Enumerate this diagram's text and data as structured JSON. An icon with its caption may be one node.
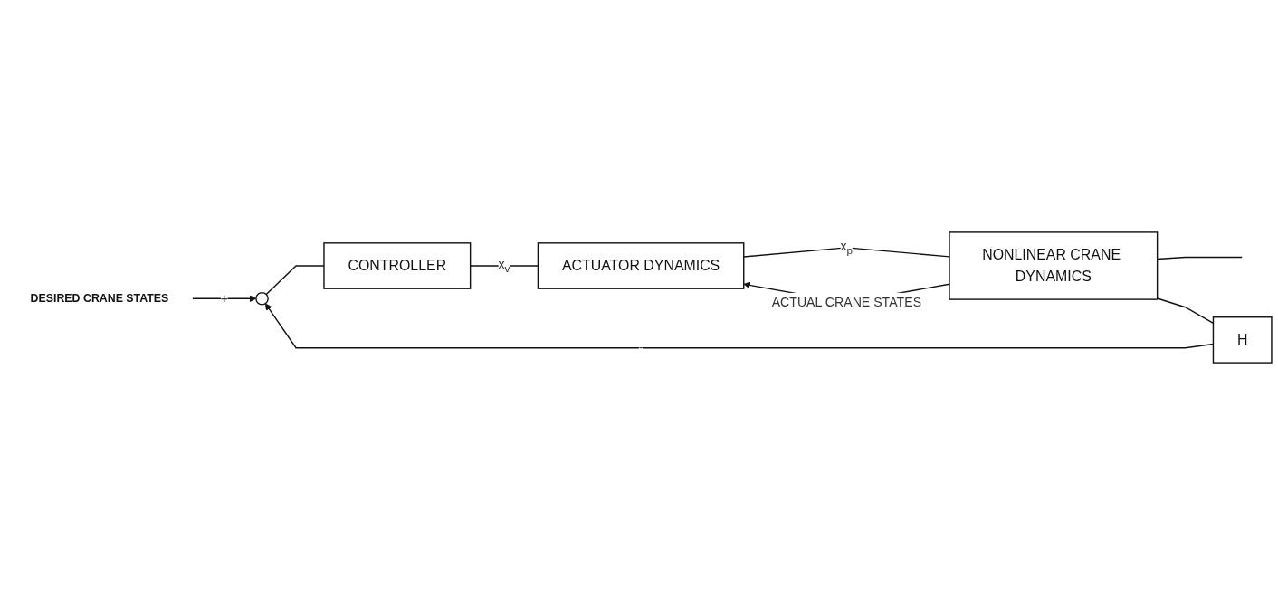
{
  "diagram": {
    "nodes": [
      {
        "text": [
          "DESIRED CRANE STATES"
        ]
      },
      {
        "text": [],
        "shape": "circle"
      },
      {
        "text": [
          "CONTROLLER"
        ]
      },
      {
        "text": [
          "ACTUATOR DYNAMICS"
        ]
      },
      {
        "text": [
          "NONLINEAR CRANE DYNAMICS"
        ]
      },
      {
        "text": [
          "H"
        ]
      }
    ],
    "edges": [
      {
        "from": 0,
        "to": 1,
        "arrow": "to",
        "label": "+"
      },
      {
        "from": 1,
        "to": 2,
        "arrow": "none"
      },
      {
        "from": 2,
        "to": 3,
        "arrow": "none",
        "label": "x$_{v}$"
      },
      {
        "from": 3,
        "to": 4,
        "arrow": "none",
        "label": "x$_{p}$"
      },
      {
        "from": 4,
        "to": null,
        "arrow": "none"
      },
      {
        "from": 4,
        "to": 3,
        "arrow": "to",
        "label": "ACTUAL CRANE STATES"
      },
      {
        "from": 4,
        "to": 5,
        "arrow": "none"
      },
      {
        "from": 5,
        "to": 1,
        "arrow": "to",
        "label": "-"
      }
    ]
  }
}
